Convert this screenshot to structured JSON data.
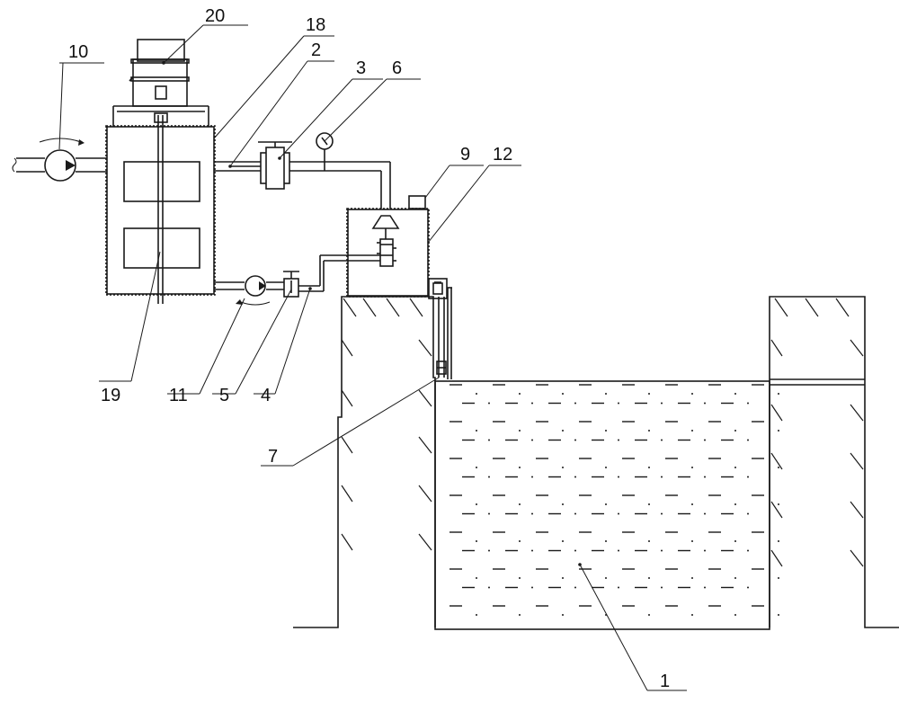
{
  "diagram": {
    "line_color": "#1a1a1a",
    "background": "#ffffff",
    "labels": {
      "l1": "1",
      "l2": "2",
      "l3": "3",
      "l4": "4",
      "l5": "5",
      "l6": "6",
      "l7": "7",
      "l9": "9",
      "l10": "10",
      "l11": "11",
      "l12": "12",
      "l18": "18",
      "l19": "19",
      "l20": "20"
    }
  }
}
